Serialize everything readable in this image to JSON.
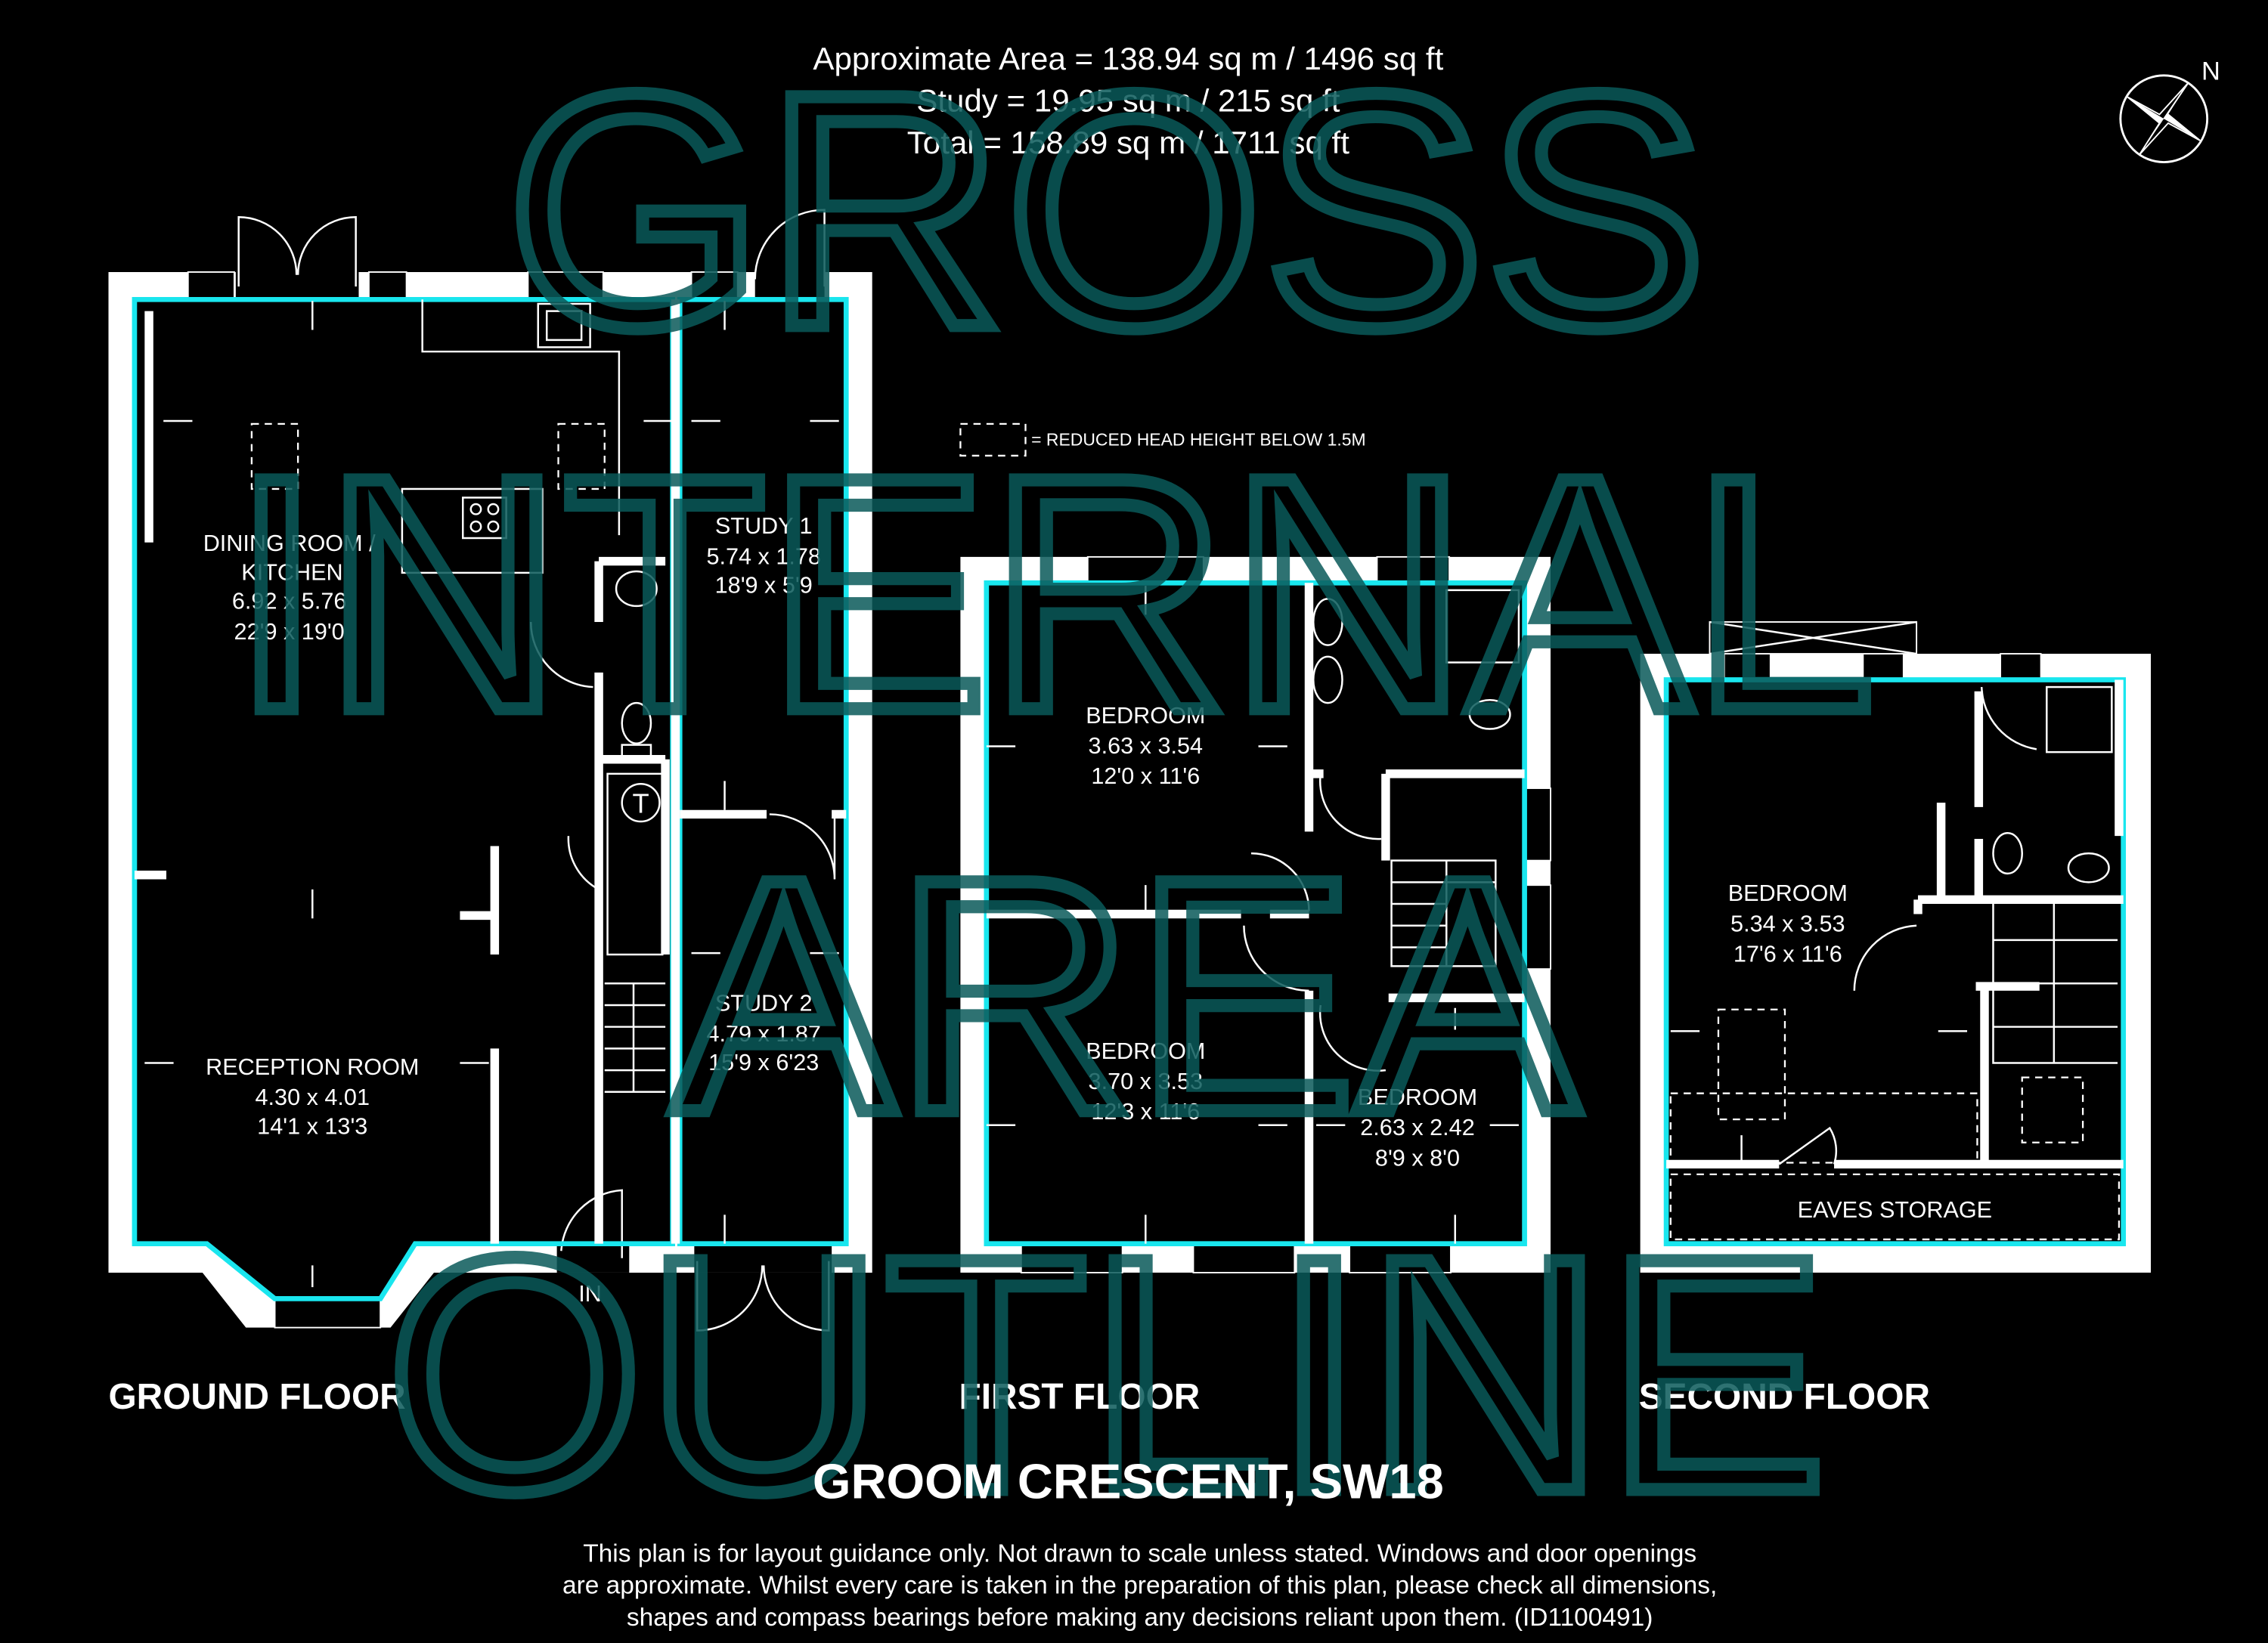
{
  "header": {
    "approx_area": "Approximate Area = 138.94 sq m / 1496 sq ft",
    "study_area": "Study = 19.95 sq m / 215 sq ft",
    "total_area": "Total = 158.89 sq m / 1711 sq ft"
  },
  "compass": {
    "north_label": "N"
  },
  "watermark": [
    "GROSS",
    "INTERNAL",
    "AREA",
    "OUTLINE"
  ],
  "legend": {
    "text": "= REDUCED HEAD HEIGHT BELOW 1.5M"
  },
  "ground_floor": {
    "label": "GROUND FLOOR",
    "rooms": [
      {
        "name": "DINING ROOM /",
        "name2": "KITCHEN",
        "metric": "6.92 x 5.76",
        "imperial": "22'9 x 19'0"
      },
      {
        "name": "RECEPTION ROOM",
        "metric": "4.30 x 4.01",
        "imperial": "14'1 x 13'3"
      },
      {
        "name": "STUDY 1",
        "metric": "5.74 x 1.78",
        "imperial": "18'9 x 5'9"
      },
      {
        "name": "STUDY 2",
        "metric": "4.79 x 1.87",
        "imperial": "15'9 x 6'23"
      }
    ],
    "entrance": "IN",
    "cylinder": "T"
  },
  "first_floor": {
    "label": "FIRST FLOOR",
    "rooms": [
      {
        "name": "BEDROOM",
        "metric": "3.63 x 3.54",
        "imperial": "12'0 x 11'6"
      },
      {
        "name": "BEDROOM",
        "metric": "3.70 x 3.53",
        "imperial": "12'3 x 11'6"
      },
      {
        "name": "BEDROOM",
        "metric": "2.63 x 2.42",
        "imperial": "8'9 x 8'0"
      }
    ]
  },
  "second_floor": {
    "label": "SECOND FLOOR",
    "rooms": [
      {
        "name": "BEDROOM",
        "metric": "5.34 x 3.53",
        "imperial": "17'6 x 11'6"
      },
      {
        "name": "EAVES STORAGE"
      }
    ]
  },
  "footer": {
    "title": "GROOM CRESCENT, SW18",
    "disclaimer": [
      "This plan is for layout guidance only. Not drawn to scale unless stated. Windows and door openings",
      "are approximate. Whilst every care is taken in the preparation of this plan, please check all dimensions,",
      "shapes and compass bearings before making any decisions reliant upon them. (ID1100491)"
    ]
  },
  "colors": {
    "background": "#000000",
    "outline": "#19e6ee",
    "walls": "#ffffff",
    "watermark": "#0a5a5a"
  }
}
